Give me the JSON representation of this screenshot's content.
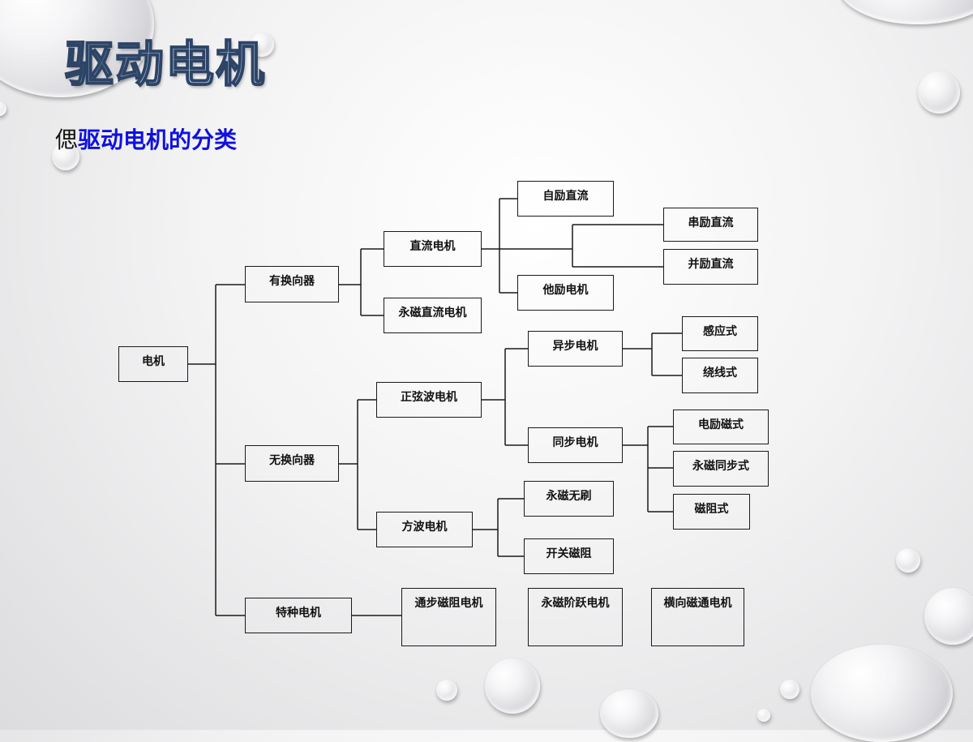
{
  "slide": {
    "title": "驱动电机",
    "bullet_glyph": "偲",
    "subtitle": "驱动电机的分类"
  },
  "tree": {
    "root": "电机",
    "commutator": "有换向器",
    "dc_motor": "直流电机",
    "self_excited": "自励直流",
    "series_excited": "串励直流",
    "shunt_excited": "并励直流",
    "separately_excited": "他励电机",
    "pm_dc": "永磁直流电机",
    "brushless": "无换向器",
    "sine_wave": "正弦波电机",
    "async": "异步电机",
    "induction": "感应式",
    "wound_rotor": "绕线式",
    "sync": "同步电机",
    "electric_excitation": "电励磁式",
    "pm_sync": "永磁同步式",
    "reluctance": "磁阻式",
    "square_wave": "方波电机",
    "pm_brushless": "永磁无刷",
    "switched_reluctance": "开关磁阻",
    "special": "特种电机",
    "stepping_reluctance": "通步磁阻电机",
    "pm_hybrid": "永磁阶跃电机",
    "transverse_flux": "横向磁通电机"
  },
  "colors": {
    "title_fill": "#b7c9e6",
    "title_stroke": "#2d4466",
    "subtitle": "#1010e0",
    "line": "#1a1a1a"
  }
}
